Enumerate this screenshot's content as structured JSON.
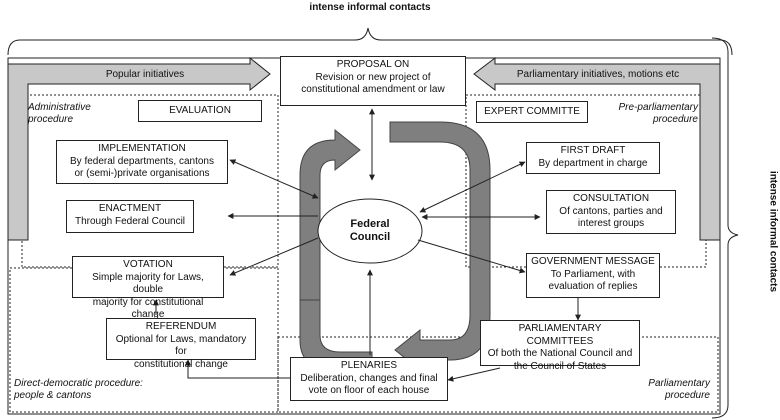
{
  "top_label": "intense informal contacts",
  "side_label": "intense informal contacts",
  "left_arrow_label": "Popular initiatives",
  "right_arrow_label": "Parliamentary initiatives, motions etc",
  "proposal": {
    "title": "PROPOSAL ON",
    "text1": "Revision or new project of",
    "text2": "constitutional amendment or law"
  },
  "admin_label": {
    "line1": "Administrative",
    "line2": "procedure"
  },
  "preparl_label": {
    "line1": "Pre-parliamentary",
    "line2": "procedure"
  },
  "direct_label": {
    "line1": "Direct-democratic procedure:",
    "line2": "people & cantons"
  },
  "parl_label": {
    "line1": "Parliamentary",
    "line2": "procedure"
  },
  "evaluation": {
    "title": "EVALUATION"
  },
  "implementation": {
    "title": "IMPLEMENTATION",
    "text1": "By federal departments, cantons",
    "text2": "or (semi-)private organisations"
  },
  "enactment": {
    "title": "ENACTMENT",
    "text1": "Through Federal Council"
  },
  "votation": {
    "title": "VOTATION",
    "text1": "Simple majority for Laws, double",
    "text2": "majority for constitutional change"
  },
  "referendum": {
    "title": "REFERENDUM",
    "text1": "Optional for Laws, mandatory for",
    "text2": "constitutional change"
  },
  "plenaries": {
    "title": "PLENARIES",
    "text1": "Deliberation, changes and final",
    "text2": "vote on floor of each house"
  },
  "expert": {
    "title": "EXPERT COMMITTE"
  },
  "first_draft": {
    "title": "FIRST DRAFT",
    "text1": "By department in charge"
  },
  "consultation": {
    "title": "CONSULTATION",
    "text1": "Of cantons, parties and",
    "text2": "interest groups"
  },
  "government": {
    "title": "GOVERNMENT MESSAGE",
    "text1": "To Parliament, with",
    "text2": "evaluation of replies"
  },
  "committees": {
    "title": "PARLIAMENTARY COMMITTEES",
    "text1": "Of both the National Council and",
    "text2": "the Council of States"
  },
  "federal_council": {
    "line1": "Federal",
    "line2": "Council"
  },
  "colors": {
    "arrow_fill": "#c8c8c8",
    "cycle_fill": "#7f7f7f",
    "stroke": "#222222"
  }
}
